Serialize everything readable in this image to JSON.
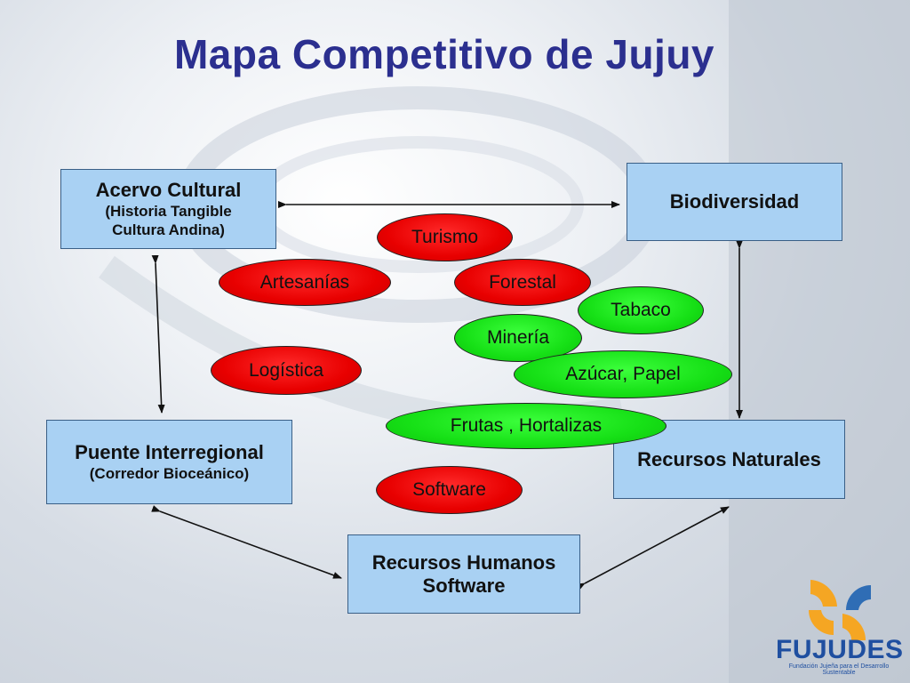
{
  "title": "Mapa Competitivo de Jujuy",
  "boxes": {
    "acervo": {
      "main": "Acervo Cultural",
      "sub1": "(Historia Tangible",
      "sub2": "Cultura Andina)"
    },
    "biodiversidad": {
      "main": "Biodiversidad"
    },
    "puente": {
      "main": "Puente Interregional",
      "sub": "(Corredor Bioceánico)"
    },
    "recursos_naturales": {
      "main": "Recursos Naturales"
    },
    "recursos_humanos": {
      "line1": "Recursos Humanos",
      "line2": "Software"
    }
  },
  "ovals": {
    "turismo": "Turismo",
    "artesanias": "Artesanías",
    "forestal": "Forestal",
    "tabaco": "Tabaco",
    "mineria": "Minería",
    "logistica": "Logística",
    "azucar_papel": "Azúcar, Papel",
    "frutas_hortalizas": "Frutas , Hortalizas",
    "software": "Software"
  },
  "logo": {
    "name": "FUJUDES",
    "tagline": "Fundación Jujeña para el Desarrollo Sustentable"
  },
  "colors": {
    "title": "#2b2f8f",
    "box_fill": "#a9d1f3",
    "oval_red": "#e80000",
    "oval_green": "#16e016",
    "logo_orange": "#f5a623",
    "logo_blue": "#2f6db5"
  }
}
